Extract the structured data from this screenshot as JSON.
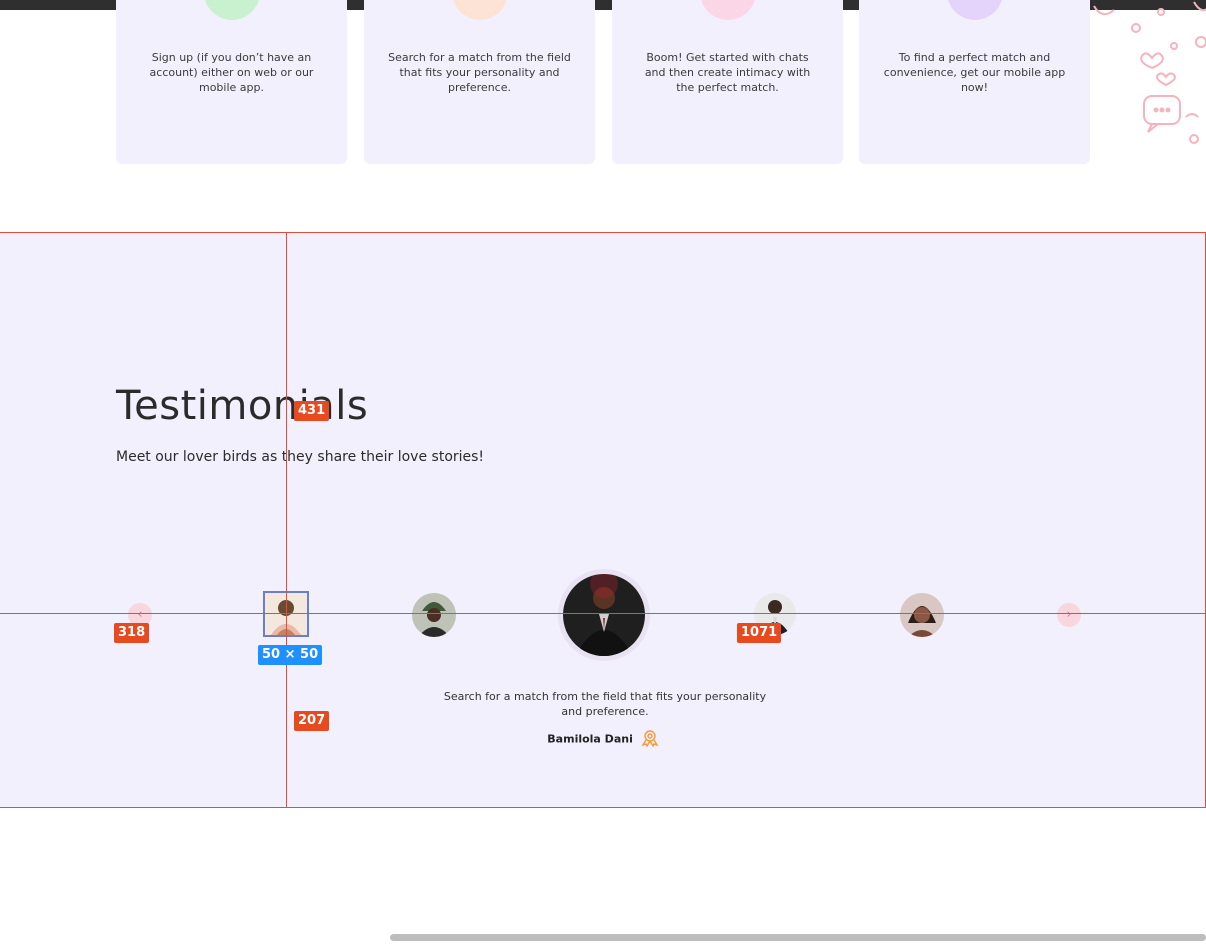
{
  "steps": [
    {
      "text": "Sign up (if you don’t have an account) either on web or our mobile app.",
      "color": "#c9f0cf"
    },
    {
      "text": "Search for a match from the field that fits your personality and preference.",
      "color": "#fde2d6"
    },
    {
      "text": "Boom! Get started with chats and then create intimacy with the perfect match.",
      "color": "#fbd6e6"
    },
    {
      "text": "To find a perfect match and convenience, get our mobile app now!",
      "color": "#e4d4fb"
    }
  ],
  "testimonials": {
    "title": "Testimonials",
    "subtitle": "Meet our lover birds as they share their love stories!",
    "prev_icon": "chevron-left-icon",
    "next_icon": "chevron-right-icon",
    "quote": "Search for a match from the field that fits your personality and preference.",
    "author": "Bamilola Dani",
    "author_badge_icon": "award-icon"
  },
  "measure": {
    "label_top": "431",
    "label_left": "318",
    "label_right": "1071",
    "label_bottom": "207",
    "label_size": "50 × 50"
  },
  "colors": {
    "section_bg": "#f3f0fd",
    "guide": "#e34b3a",
    "tag": "#e84a1f",
    "size_tag": "#1e90ff"
  }
}
